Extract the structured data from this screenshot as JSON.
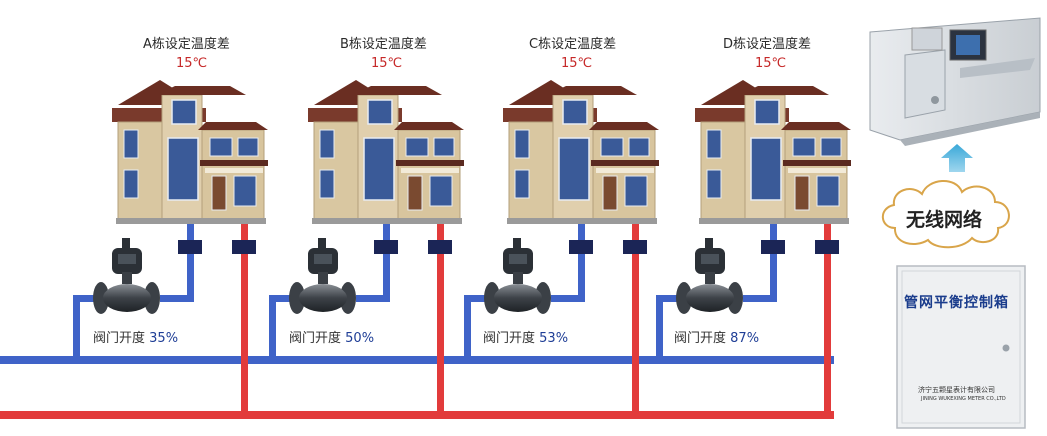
{
  "buildings": [
    {
      "label": "A栋设定温度差",
      "temp": "15℃",
      "valve_label": "阀门开度",
      "valve_value": "35%",
      "opening": 0.35
    },
    {
      "label": "B栋设定温度差",
      "temp": "15℃",
      "valve_label": "阀门开度",
      "valve_value": "50%",
      "opening": 0.5
    },
    {
      "label": "C栋设定温度差",
      "temp": "15℃",
      "valve_label": "阀门开度",
      "valve_value": "53%",
      "opening": 0.53
    },
    {
      "label": "D栋设定温度差",
      "temp": "15℃",
      "valve_label": "阀门开度",
      "valve_value": "87%",
      "opening": 0.87
    }
  ],
  "network": {
    "label": "无线网络"
  },
  "control_box": {
    "title": "管网平衡控制箱",
    "company": "济宁五颗星表计有限公司",
    "company_en": "JINING WUKEXING METER CO.,LTD"
  },
  "colors": {
    "supply_pipe": "#e23b3b",
    "return_pipe": "#3f63c8",
    "accent_text": "#c62828",
    "arrow": "#4fb3dc"
  }
}
